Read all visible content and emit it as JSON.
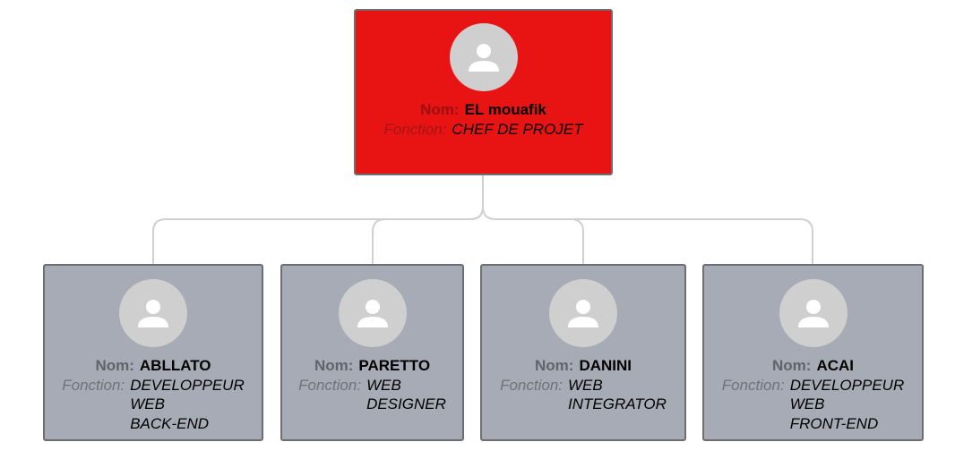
{
  "labels": {
    "name_key": "Nom:",
    "role_key": "Fonction:"
  },
  "colors": {
    "root_fill": "#e81313",
    "child_fill": "#a6abb5",
    "border": "#6e6e6e",
    "connector": "#d0d0d0",
    "avatar_bg": "#cfcfcf",
    "avatar_icon": "#ffffff"
  },
  "root": {
    "icon": "user-icon",
    "name": "EL mouafik",
    "role_lines": [
      "CHEF DE PROJET"
    ]
  },
  "children": [
    {
      "icon": "user-icon",
      "name": "ABLLATO",
      "role_lines": [
        "DEVELOPPEUR",
        "WEB",
        "BACK-END"
      ]
    },
    {
      "icon": "user-icon",
      "name": "PARETTO",
      "role_lines": [
        "WEB",
        "DESIGNER"
      ]
    },
    {
      "icon": "user-icon",
      "name": "DANINI",
      "role_lines": [
        "WEB",
        "INTEGRATOR"
      ]
    },
    {
      "icon": "user-icon",
      "name": "ACAI",
      "role_lines": [
        "DEVELOPPEUR",
        "WEB",
        "FRONT-END"
      ]
    }
  ]
}
